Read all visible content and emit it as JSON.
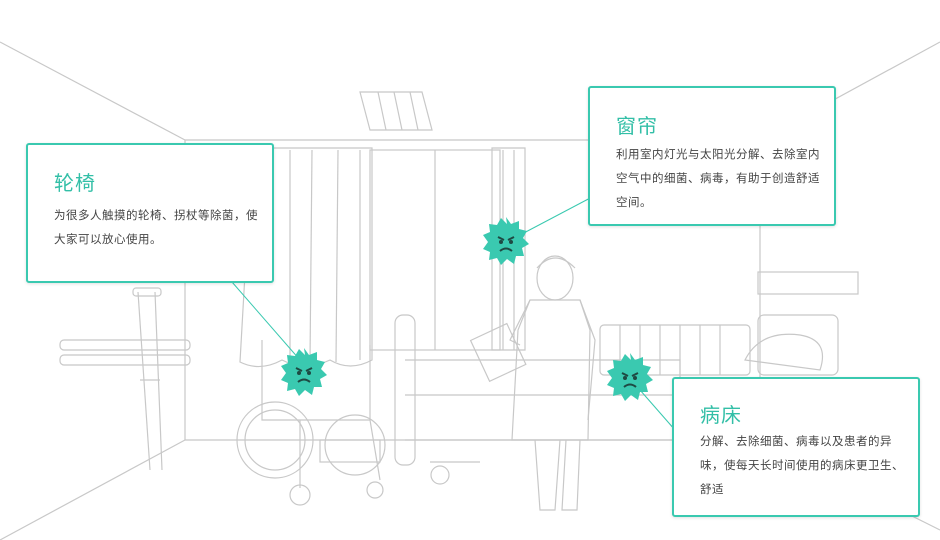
{
  "callouts": {
    "wheelchair": {
      "title": "轮椅",
      "desc": "为很多人触摸的轮椅、拐杖等除菌，使大家可以放心使用。",
      "icon": "germ-face-icon"
    },
    "curtain": {
      "title": "窗帘",
      "desc": "利用室内灯光与太阳光分解、去除室内空气中的细菌、病毒，有助于创造舒适空间。",
      "icon": "germ-face-icon"
    },
    "bed": {
      "title": "病床",
      "desc": "分解、去除细菌、病毒以及患者的异味，使每天长时间使用的病床更卫生、舒适",
      "icon": "germ-face-icon"
    }
  },
  "colors": {
    "accent": "#3ac9b0",
    "line_art": "#c4c4c4",
    "text": "#444444"
  }
}
